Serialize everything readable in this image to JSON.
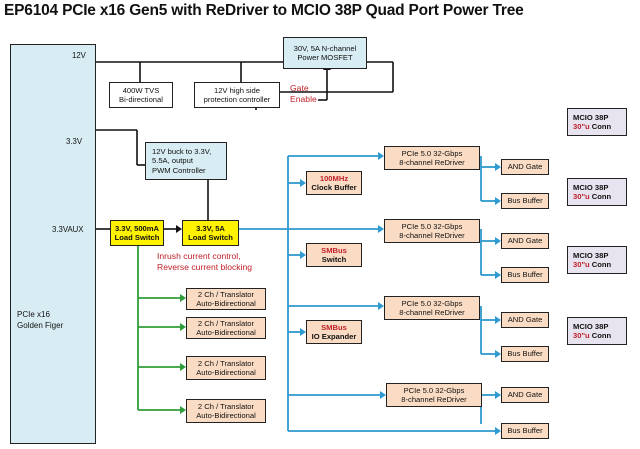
{
  "title": "EP6104 PCIe x16 Gen5 with ReDriver to MCIO 38P Quad Port Power Tree",
  "rails": {
    "v12": "12V",
    "v33": "3.3V",
    "v33aux": "3.3VAUX"
  },
  "pcie": {
    "line1": "PCIe x16",
    "line2": "Golden Figer"
  },
  "mosfet": {
    "line1": "30V, 5A N-channel",
    "line2": "Power MOSFET"
  },
  "tvs": {
    "line1": "400W TVS",
    "line2": "Bi-directional"
  },
  "hsp": {
    "line1": "12V high side",
    "line2": "protection controller"
  },
  "gate_enable": {
    "line1": "Gate",
    "line2": "Enable"
  },
  "buck": {
    "line1": "12V buck to 3.3V,",
    "line2": "5.5A, output",
    "line3": "PWM Controller"
  },
  "ls1": {
    "line1": "3.3V, 500mA",
    "line2": "Load Switch"
  },
  "ls2": {
    "line1": "3.3V, 5A",
    "line2": "Load Switch"
  },
  "note": {
    "line1": "Inrush current control,",
    "line2": "Reverse current blocking"
  },
  "clock": {
    "line1": "100MHz",
    "line2": "Clock Buffer"
  },
  "smbus_switch": {
    "line1": "SMBus",
    "line2": "Switch"
  },
  "io_exp": {
    "line1": "SMBus",
    "line2": "IO Expander"
  },
  "redriver": [
    {
      "line1": "PCIe 5.0 32-Gbps",
      "line2": "8-channel ReDriver"
    },
    {
      "line1": "PCIe 5.0 32-Gbps",
      "line2": "8-channel ReDriver"
    },
    {
      "line1": "PCIe 5.0 32-Gbps",
      "line2": "8-channel ReDriver"
    },
    {
      "line1": "PCIe 5.0 32-Gbps",
      "line2": "8-channel ReDriver"
    }
  ],
  "and_gate": [
    "AND Gate",
    "AND Gate",
    "AND Gate",
    "AND Gate"
  ],
  "bus_buffer": [
    "Bus Buffer",
    "Bus Buffer",
    "Bus Buffer",
    "Bus Buffer"
  ],
  "translator": [
    {
      "line1": "2 Ch / Translator",
      "line2": "Auto-Bidirectional"
    },
    {
      "line1": "2 Ch / Translator",
      "line2": "Auto-Bidirectional"
    },
    {
      "line1": "2 Ch / Translator",
      "line2": "Auto-Bidirectional"
    },
    {
      "line1": "2 Ch / Translator",
      "line2": "Auto-Bidirectional"
    }
  ],
  "mcio": [
    {
      "line1": "MCIO 38P",
      "line2": "30\"u Conn",
      "highlight": "30\"u"
    },
    {
      "line1": "MCIO 38P",
      "line2": "30\"u Conn",
      "highlight": "30\"u"
    },
    {
      "line1": "MCIO 38P",
      "line2": "30\"u Conn",
      "highlight": "30\"u"
    },
    {
      "line1": "MCIO 38P",
      "line2": "30\"u Conn",
      "highlight": "30\"u"
    }
  ],
  "colors": {
    "blue_wire": "#2e9ad0",
    "green_wire": "#2f9e3a",
    "black_wire": "#111111",
    "accent_red": "#c0202a",
    "box_blue": "#d7ecf3",
    "box_peach": "#fadcc4",
    "box_yellow": "#fff200",
    "box_lavender": "#e7e3ef"
  }
}
